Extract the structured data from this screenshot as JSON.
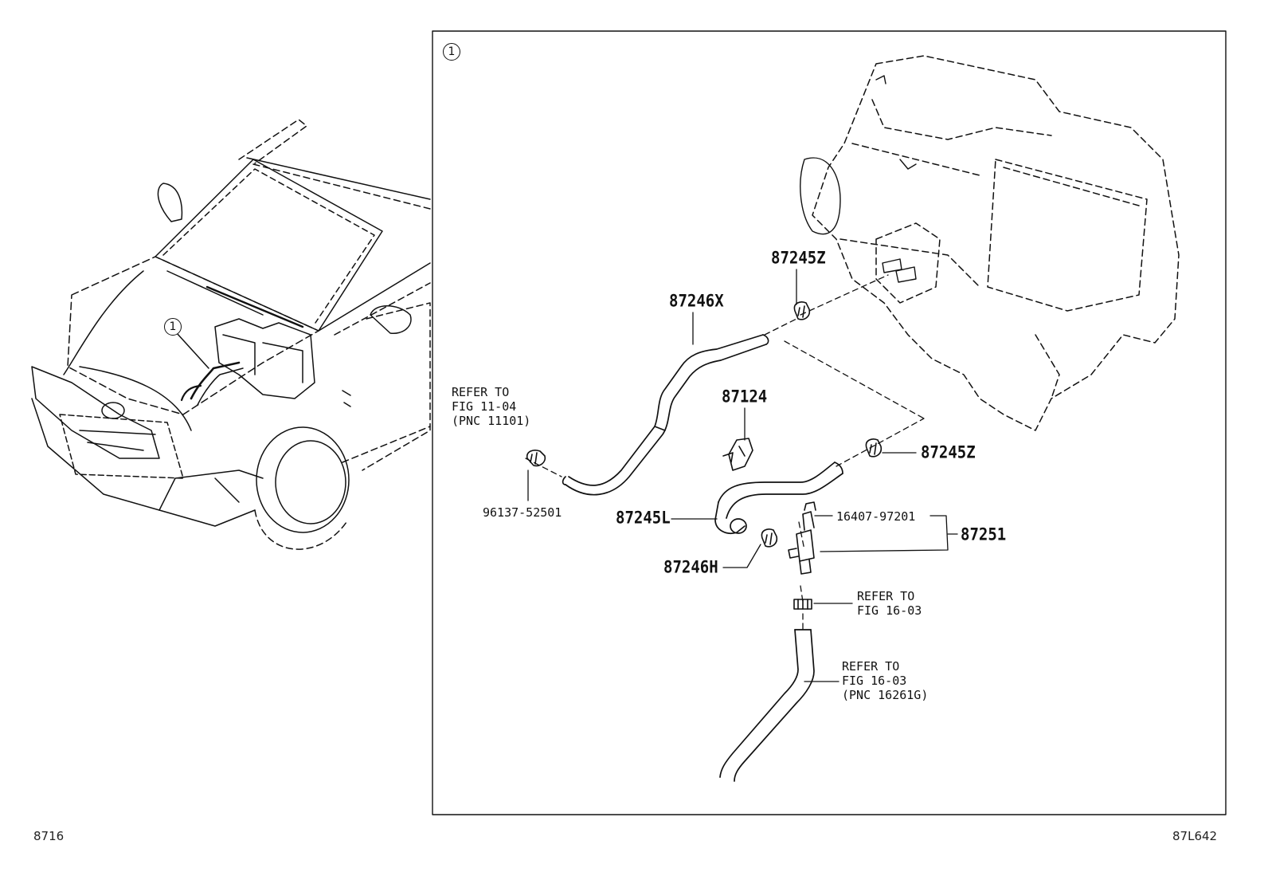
{
  "panel_marker": "1",
  "car_marker": "1",
  "footer": {
    "left_code": "8716",
    "right_code": "87L642"
  },
  "parts": {
    "hose_upper": "87246X",
    "clamp_top": "87245Z",
    "clamp_right": "87245Z",
    "bracket": "87124",
    "hose_lower": "87245L",
    "hose_short": "87246H",
    "valve_assy": "87251",
    "valve_part": "16407-97201",
    "clip_left": "96137-52501"
  },
  "refs": {
    "left": [
      "REFER TO",
      "FIG 11-04",
      "(PNC 11101)"
    ],
    "mid": [
      "REFER TO",
      "FIG 16-03"
    ],
    "bottom": [
      "REFER TO",
      "FIG 16-03",
      "(PNC 16261G)"
    ]
  }
}
